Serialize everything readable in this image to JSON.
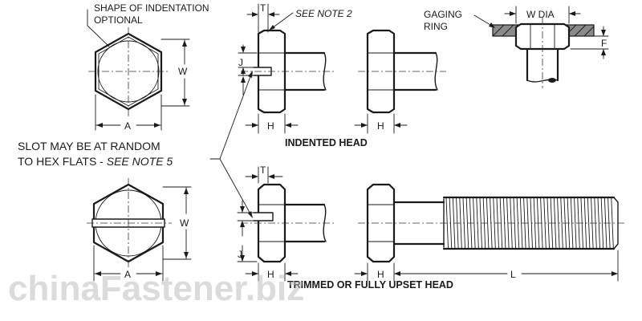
{
  "labels": {
    "shape_of_indentation": "SHAPE OF INDENTATION",
    "optional": "OPTIONAL",
    "t_top": "T",
    "see_note_2": "SEE NOTE 2",
    "gaging": "GAGING",
    "ring": "RING",
    "w_dia": "W DIA",
    "f": "F",
    "j_top": "J",
    "w_top": "W",
    "a_top": "A",
    "h_top_left": "H",
    "h_top_right": "H",
    "slot_line1": "SLOT MAY BE AT RANDOM",
    "slot_line2_prefix": "TO HEX FLATS - ",
    "slot_line2_note": "SEE NOTE 5",
    "indented_head": "INDENTED HEAD",
    "t_bottom": "T",
    "w_bottom": "W",
    "j_bottom": "J",
    "a_bottom": "A",
    "h_bottom_left": "H",
    "h_bottom_right": "H",
    "l_length": "L",
    "trimmed_head": "TRIMMED OR FULLY UPSET HEAD"
  },
  "watermark": "chinaFastener.biz",
  "colors": {
    "ink": "#1a1a1a",
    "ring_fill": "#8a8a8a",
    "watermark": "#bdbdbd"
  }
}
